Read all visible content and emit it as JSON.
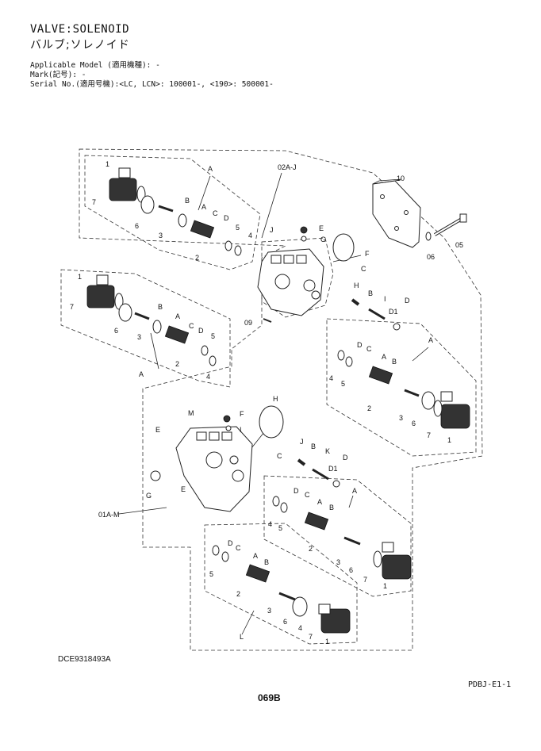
{
  "header": {
    "title_en": "VALVE:SOLENOID",
    "title_ja": "バルブ;ソレノイド",
    "applicable_model": "Applicable Model (適用機種): -",
    "mark": "Mark(記号): -",
    "serial_no": "Serial No.(適用号機):<LC, LCN>: 100001-, <190>: 500001-"
  },
  "footer": {
    "doc_id": "DCE9318493A",
    "page_code": "PDBJ-E1-1",
    "page_number": "069B"
  },
  "callouts": {
    "group_02a_j": "02A-J",
    "group_01a_m": "01A-M",
    "part_1": "1",
    "part_2": "2",
    "part_3": "3",
    "part_4": "4",
    "part_5": "5",
    "part_6": "6",
    "part_7": "7",
    "part_05": "05",
    "part_06": "06",
    "part_09": "09",
    "part_10": "10",
    "ref_A": "A",
    "ref_B": "B",
    "ref_C": "C",
    "ref_D": "D",
    "ref_D1": "D1",
    "ref_E": "E",
    "ref_F": "F",
    "ref_G": "G",
    "ref_H": "H",
    "ref_I": "I",
    "ref_J": "J",
    "ref_K": "K",
    "ref_L": "L",
    "ref_M": "M"
  }
}
